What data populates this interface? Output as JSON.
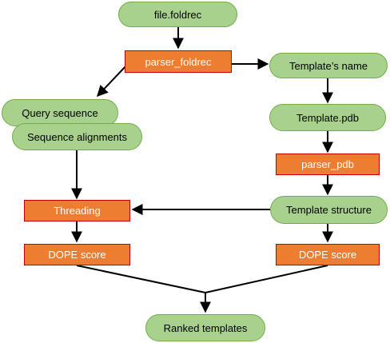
{
  "nodes": {
    "file_foldrec": "file.foldrec",
    "parser_foldrec": "parser_foldrec",
    "template_name": "Template’s name",
    "query_sequence": "Query sequence",
    "sequence_alignments": "Sequence alignments",
    "template_pdb": "Template.pdb",
    "parser_pdb": "parser_pdb",
    "threading": "Threading",
    "template_structure": "Template structure",
    "dope_score_left": "DOPE score",
    "dope_score_right": "DOPE score",
    "ranked_templates": "Ranked templates"
  },
  "colors": {
    "data_fill": "#a9d18e",
    "data_border": "#70ad47",
    "process_fill": "#ed7d31",
    "process_border": "#c00000",
    "arrow": "#000000"
  }
}
